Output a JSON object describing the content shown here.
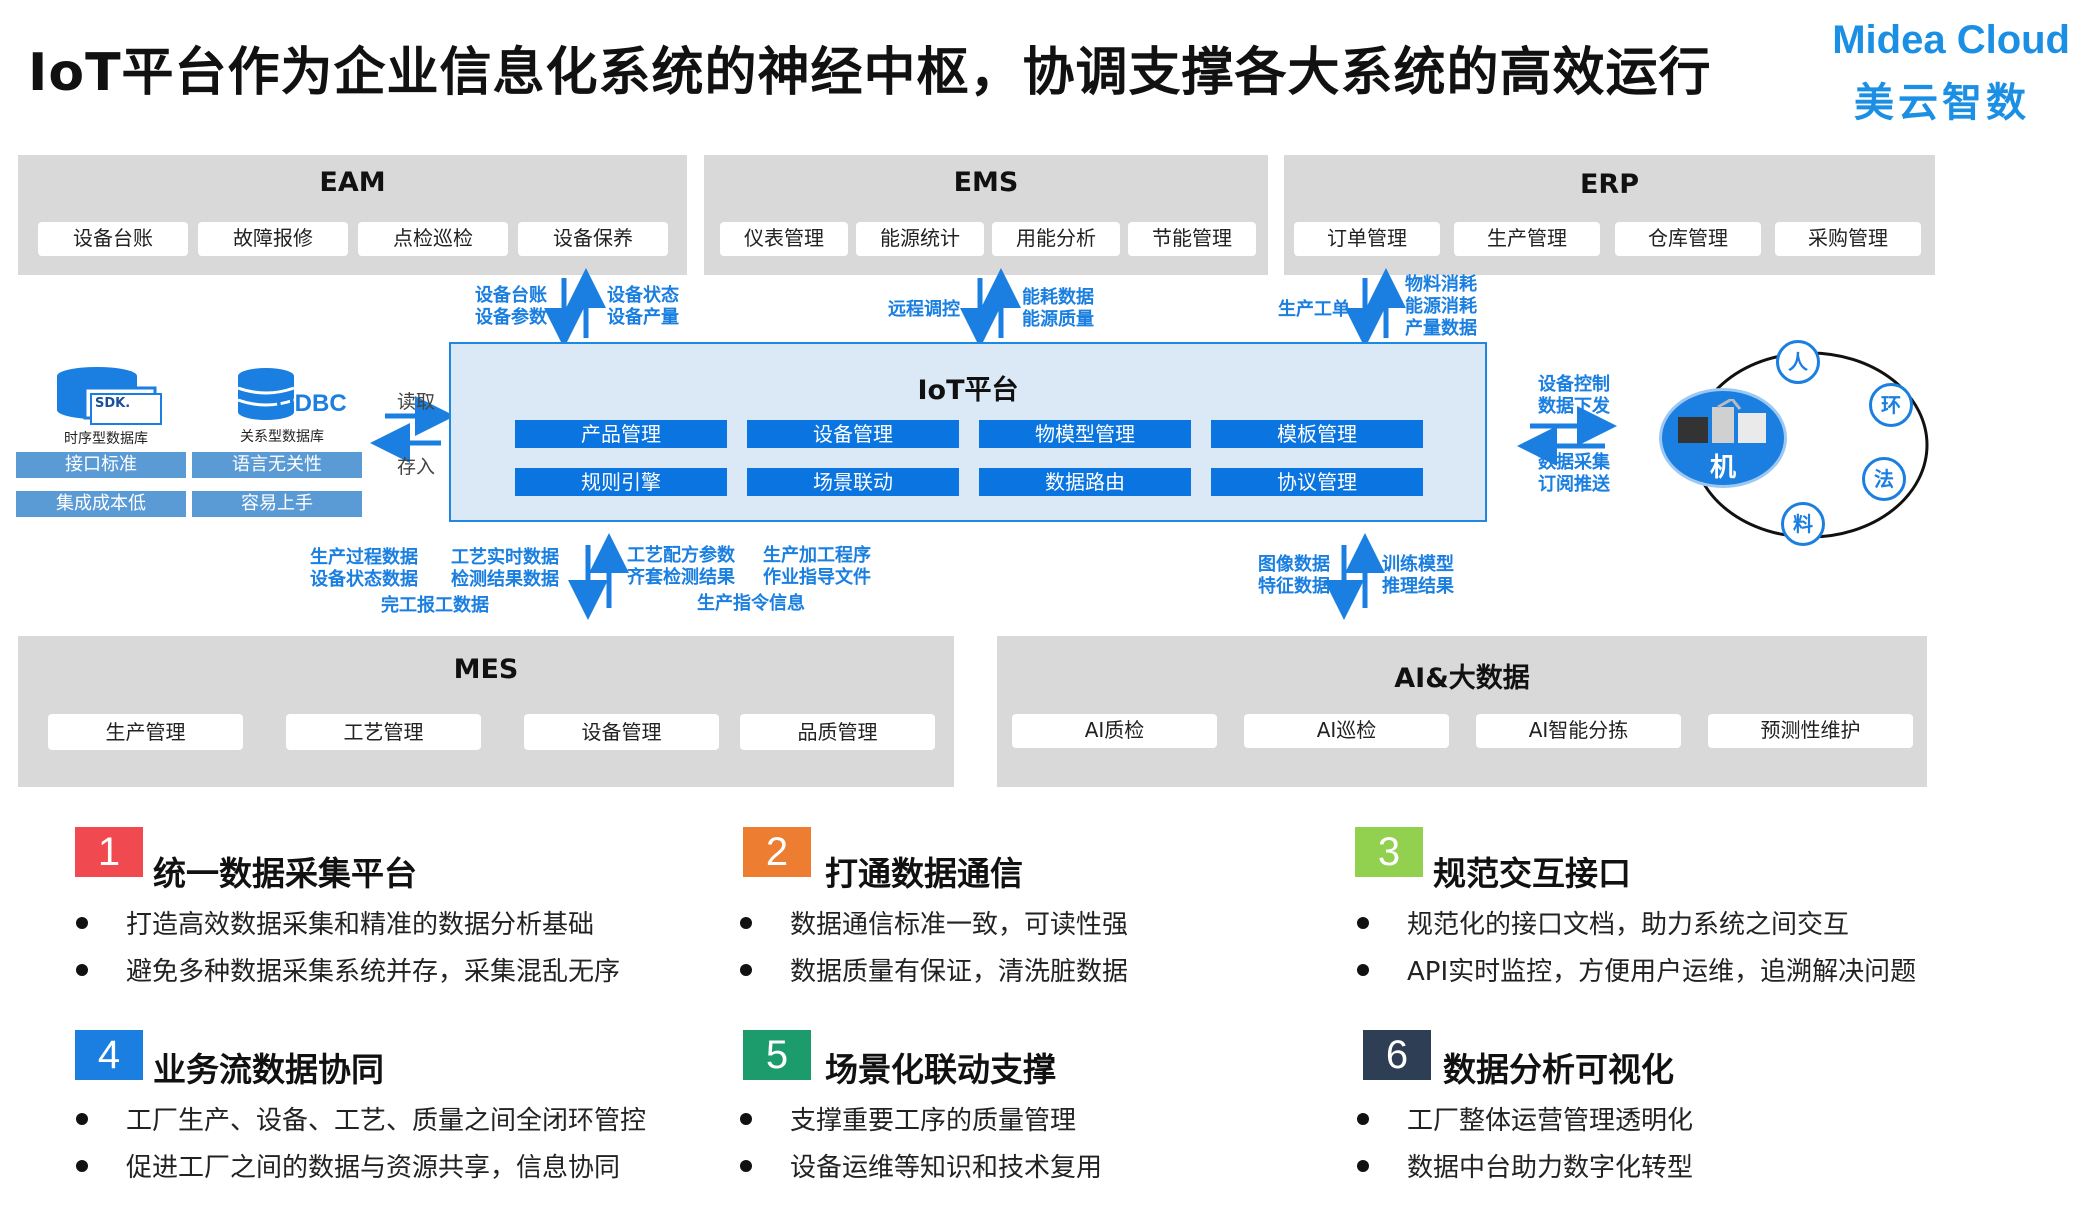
{
  "title": "IoT平台作为企业信息化系统的神经中枢，协调支撑各大系统的高效运行",
  "logo": {
    "en": "Midea Cloud",
    "cn": "美云智数"
  },
  "top_systems": [
    {
      "name": "EAM",
      "items": [
        "设备台账",
        "故障报修",
        "点检巡检",
        "设备保养"
      ]
    },
    {
      "name": "EMS",
      "items": [
        "仪表管理",
        "能源统计",
        "用能分析",
        "节能管理"
      ]
    },
    {
      "name": "ERP",
      "items": [
        "订单管理",
        "生产管理",
        "仓库管理",
        "采购管理"
      ]
    }
  ],
  "flows_top": {
    "eam_down": [
      "设备台账",
      "设备参数"
    ],
    "eam_up": [
      "设备状态",
      "设备产量"
    ],
    "ems_down": [
      "远程调控"
    ],
    "ems_up": [
      "能耗数据",
      "能源质量"
    ],
    "erp_down": [
      "生产工单"
    ],
    "erp_up": [
      "物料消耗",
      "能源消耗",
      "产量数据"
    ]
  },
  "iot": {
    "title": "IoT平台",
    "modules": [
      "产品管理",
      "设备管理",
      "物模型管理",
      "模板管理",
      "规则引擎",
      "场景联动",
      "数据路由",
      "协议管理"
    ]
  },
  "left_side": {
    "db1": {
      "icon": "SDK.",
      "caption": "时序型数据库"
    },
    "db2": {
      "icon": "ODBC",
      "caption": "关系型数据库"
    },
    "bars": [
      "接口标准",
      "语言无关性",
      "集成成本低",
      "容易上手"
    ],
    "read": "读取",
    "write": "存入"
  },
  "right_side": {
    "to": [
      "设备控制",
      "数据下发"
    ],
    "from": [
      "数据采集",
      "订阅推送"
    ],
    "center": "机",
    "ring": [
      "人",
      "环",
      "法",
      "料"
    ]
  },
  "flows_bottom": {
    "mes_col1": [
      "生产过程数据",
      "设备状态数据"
    ],
    "mes_col2": [
      "工艺实时数据",
      "检测结果数据"
    ],
    "mes_row3": "完工报工数据",
    "mes_col3": [
      "工艺配方参数",
      "齐套检测结果"
    ],
    "mes_col4": [
      "生产加工程序",
      "作业指导文件"
    ],
    "mes_row3b": "生产指令信息",
    "ai_up": [
      "图像数据",
      "特征数据"
    ],
    "ai_down": [
      "训练模型",
      "推理结果"
    ]
  },
  "bottom_systems": [
    {
      "name": "MES",
      "items": [
        "生产管理",
        "工艺管理",
        "设备管理",
        "品质管理"
      ]
    },
    {
      "name": "AI&大数据",
      "items": [
        "AI质检",
        "AI巡检",
        "AI智能分拣",
        "预测性维护"
      ]
    }
  ],
  "features": [
    {
      "num": "1",
      "color": "#f0494f",
      "title": "统一数据采集平台",
      "bullets": [
        "打造高效数据采集和精准的数据分析基础",
        "避免多种数据采集系统并存，采集混乱无序"
      ]
    },
    {
      "num": "2",
      "color": "#ed7d31",
      "title": "打通数据通信",
      "bullets": [
        "数据通信标准一致，可读性强",
        "数据质量有保证，清洗脏数据"
      ]
    },
    {
      "num": "3",
      "color": "#92d050",
      "title": "规范交互接口",
      "bullets": [
        "规范化的接口文档，助力系统之间交互",
        "API实时监控，方便用户运维，追溯解决问题"
      ]
    },
    {
      "num": "4",
      "color": "#1a7fe0",
      "title": "业务流数据协同",
      "bullets": [
        "工厂生产、设备、工艺、质量之间全闭环管控",
        "促进工厂之间的数据与资源共享，信息协同"
      ]
    },
    {
      "num": "5",
      "color": "#1c9b6c",
      "title": "场景化联动支撑",
      "bullets": [
        "支撑重要工序的质量管理",
        "设备运维等知识和技术复用"
      ]
    },
    {
      "num": "6",
      "color": "#2e3f55",
      "title": "数据分析可视化",
      "bullets": [
        "工厂整体运营管理透明化",
        "数据中台助力数字化转型"
      ]
    }
  ]
}
